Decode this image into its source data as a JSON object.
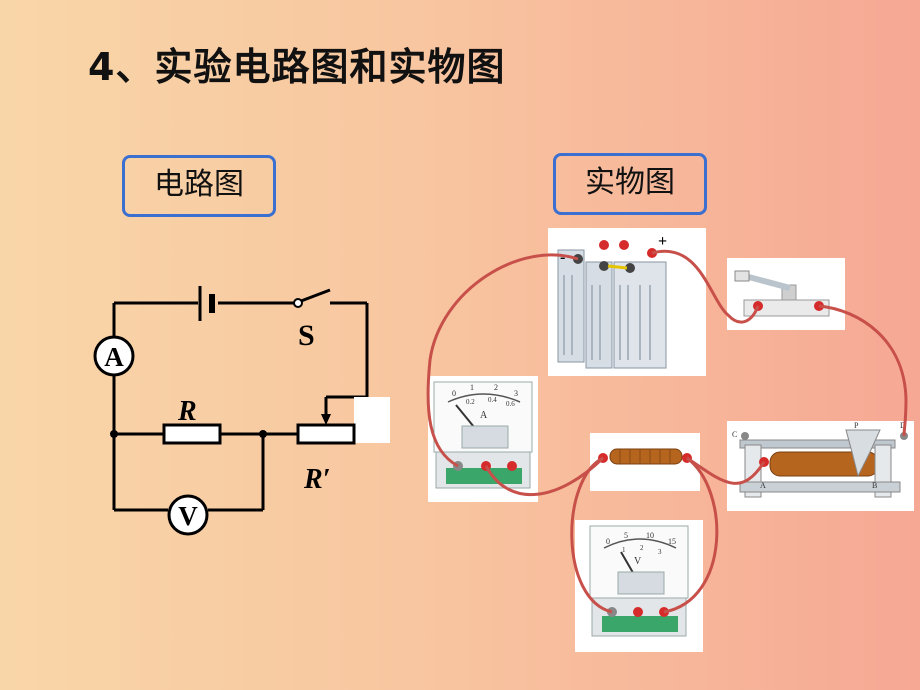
{
  "title": "4、实验电路图和实物图",
  "labels": {
    "schematic": "电路图",
    "physical": "实物图"
  },
  "schematic": {
    "ammeter_symbol": "A",
    "voltmeter_symbol": "V",
    "switch_label": "S",
    "resistor_label": "R",
    "rheostat_label": "R′"
  },
  "physical": {
    "battery_minus": "-",
    "battery_plus": "+",
    "ammeter_unit": "A",
    "ammeter_scale_top": [
      "0",
      "1",
      "2",
      "3"
    ],
    "ammeter_scale_bottom": [
      "0.2",
      "0.4",
      "0.6"
    ],
    "voltmeter_unit": "V",
    "voltmeter_scale_top": [
      "0",
      "5",
      "10",
      "15"
    ],
    "voltmeter_scale_bottom": [
      "1",
      "2",
      "3"
    ],
    "rheostat_terminals": [
      "C",
      "P",
      "D",
      "A",
      "B"
    ]
  },
  "colors": {
    "wire": "#c8504a",
    "terminal_red": "#d62b2b",
    "box_border": "#3b6fd0",
    "coil": "#b5651d"
  }
}
